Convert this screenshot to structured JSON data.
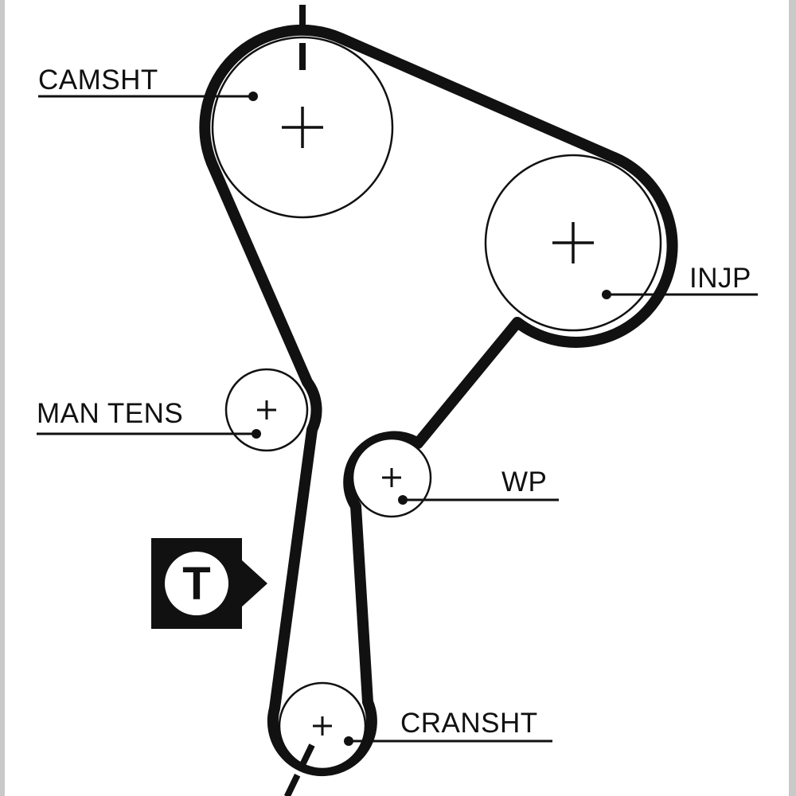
{
  "diagram": {
    "type": "timing-belt-routing",
    "callouts": [
      {
        "id": "camshaft",
        "label": "CAMSHT"
      },
      {
        "id": "injection-pump",
        "label": "INJP"
      },
      {
        "id": "manual-tensioner",
        "label": "MAN TENS"
      },
      {
        "id": "water-pump",
        "label": "WP"
      },
      {
        "id": "crankshaft",
        "label": "CRANSHT"
      }
    ],
    "tensioner_symbol": "T",
    "timing_marks_count": 2
  },
  "colors": {
    "ink": "#111111",
    "background": "#ffffff",
    "edge_strip": "#c9c9c9"
  }
}
